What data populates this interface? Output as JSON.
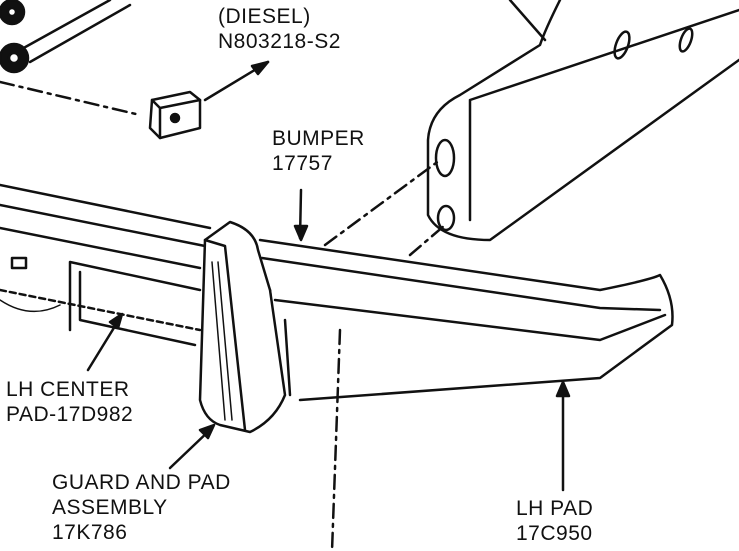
{
  "labels": {
    "diesel": {
      "line1": "(DIESEL)",
      "line2": "N803218-S2"
    },
    "bumper": {
      "line1": "BUMPER",
      "line2": "17757"
    },
    "lh_center_pad": {
      "line1": "LH CENTER",
      "line2": "PAD-17D982"
    },
    "guard_and_pad": {
      "line1": "GUARD AND PAD",
      "line2": "ASSEMBLY",
      "line3": "17K786"
    },
    "lh_pad": {
      "line1": "LH PAD",
      "line2": "17C950"
    }
  }
}
